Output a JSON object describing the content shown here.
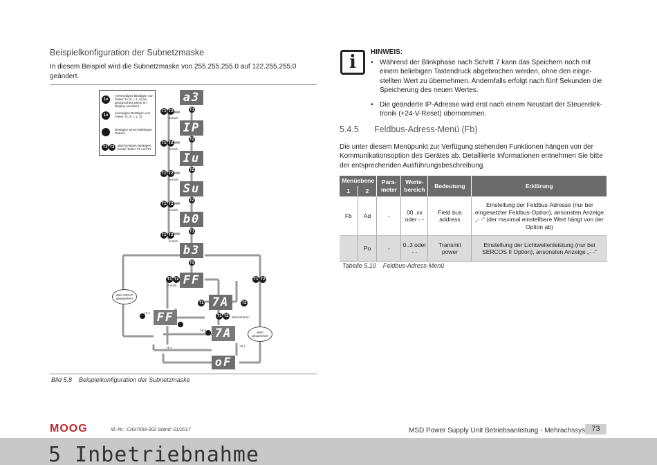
{
  "left": {
    "section_title": "Beispielkonfiguration der Subnetzmaske",
    "intro": "In diesem Beispiel wird die Subnetzmaske von 255.255.255.0 auf 122.255.255.0 geändert.",
    "figure_caption_num": "Bild 5.8",
    "figure_caption": "Beispielkonfiguration der Subnetzmaske"
  },
  "figure": {
    "legend": [
      {
        "symbol": "1x",
        "text": "mehrmaliges Betätigen von Taster Tx (X = 1, 2) bis gewünschtes Menü im Display erscheint"
      },
      {
        "symbol": "1x",
        "text": "einmaliges Betätigen von Taster Tx (X = 1, 2)"
      },
      {
        "symbol": "",
        "text": "Betätigen eines beliebigen Tasters"
      },
      {
        "symbol": "T1T2",
        "text": "gleichzeitiges Betätigen beider Taster T1 und T2"
      }
    ],
    "displays": [
      "a3",
      "IP",
      "Iu",
      "Su",
      "b0",
      "b3",
      "FF",
      "7A",
      "FF",
      "7A",
      "oF"
    ],
    "t1": "T1",
    "t2": "T2",
    "zurueck": "zurück",
    "uebernehmen": "übernehmen",
    "gt5s": ">5 s",
    "not_saved": "Wert NICHT gespeichert",
    "saved": "Wert gespeichert"
  },
  "note": {
    "title": "HINWEIS:",
    "bullets": [
      "Während der Blinkphase nach Schritt 7 kann das Speichern noch mit einem beliebigen Tastendruck abgebrochen werden, ohne den einge-stellten Wert zu übernehmen. Andernfalls erfolgt nach fünf Sekunden die Speicherung des neuen Wertes.",
      "Die geänderte IP-Adresse wird erst nach einem Neustart der Steuerelek-tronik (+24-V-Reset) übernommen."
    ]
  },
  "section": {
    "number": "5.4.5",
    "title": "Feldbus-Adress-Menü (Fb)",
    "paragraph": "Die unter diesem Menüpunkt zur Verfügung stehenden Funktionen hängen von der Kommunikationsoption des Gerätes ab. Detaillierte Informationen entnehmen Sie bitte der entsprechenden Ausführungsbeschreibung."
  },
  "table": {
    "headers": {
      "menu": "Menüebene",
      "m1": "1",
      "m2": "2",
      "param": "Para-meter",
      "range": "Werte-bereich",
      "meaning": "Bedeutung",
      "expl": "Erklärung"
    },
    "rows": [
      {
        "m1": "Fb",
        "m2": "Ad",
        "param": "-",
        "range": "00..xx oder - -",
        "meaning": "Field bus address",
        "expl": "Einstellung der Feldbus-Adresse (nur bei eingesetzter Feldbus-Option), ansonsten Anzeige „- -“ (der maximal einstellbare Wert hängt von der Option ab)"
      },
      {
        "m1": "",
        "m2": "Po",
        "param": "-",
        "range": "0..3 oder - -",
        "meaning": "Transmit power",
        "expl": "Einstellung der Lichtwellenleistung (nur bei SERCOS II Option), ansonsten Anzeige „- -“"
      }
    ],
    "caption_num": "Tabelle 5.10",
    "caption": "Feldbus-Adress-Menü"
  },
  "footer": {
    "logo": "MOOG",
    "doc_id": "Id.-Nr.: CA97556-002 Stand: 01/2017",
    "doc_title": "MSD Power Supply Unit Betriebsanleitung - Mehrachssystem",
    "page": "73",
    "chapter": "5  Inbetriebnahme"
  },
  "colors": {
    "accent_red": "#c0272d",
    "table_header": "#6b6b6b",
    "display_gray": "#6e6e6e"
  }
}
